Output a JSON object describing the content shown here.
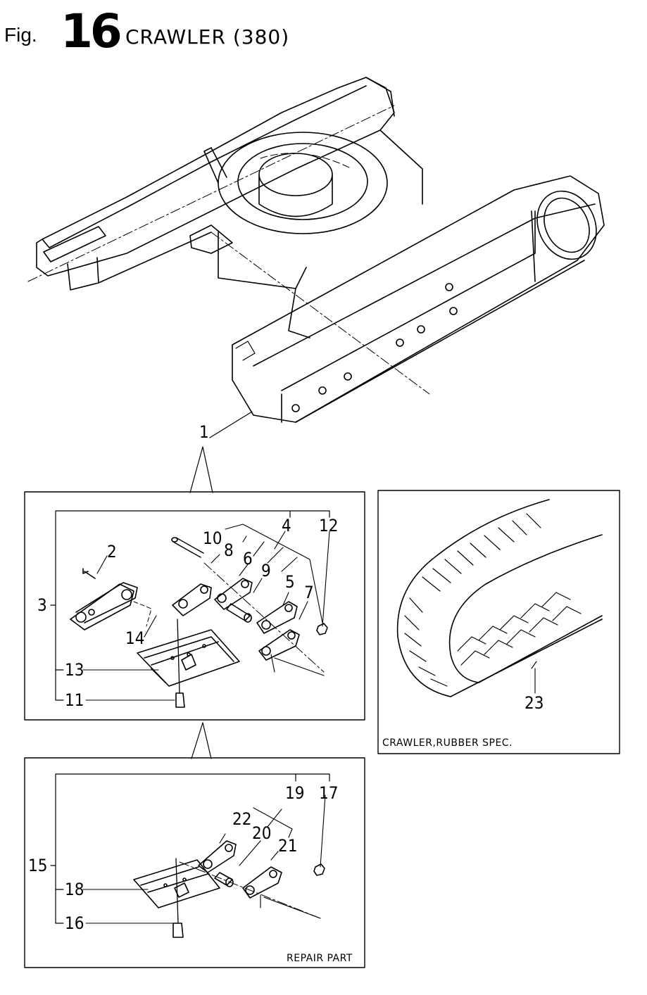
{
  "figure": {
    "prefix": "Fig.",
    "number": "16",
    "title": "CRAWLER (380)"
  },
  "callouts": {
    "c1": "1",
    "c2": "2",
    "c3": "3",
    "c4": "4",
    "c5": "5",
    "c6": "6",
    "c7": "7",
    "c8": "8",
    "c9": "9",
    "c10": "10",
    "c11": "11",
    "c12": "12",
    "c13": "13",
    "c14": "14",
    "c15": "15",
    "c16": "16",
    "c17": "17",
    "c18": "18",
    "c19": "19",
    "c20": "20",
    "c21": "21",
    "c22": "22",
    "c23": "23"
  },
  "captions": {
    "rubber_spec": "CRAWLER,RUBBER SPEC.",
    "repair_part": "REPAIR PART"
  }
}
